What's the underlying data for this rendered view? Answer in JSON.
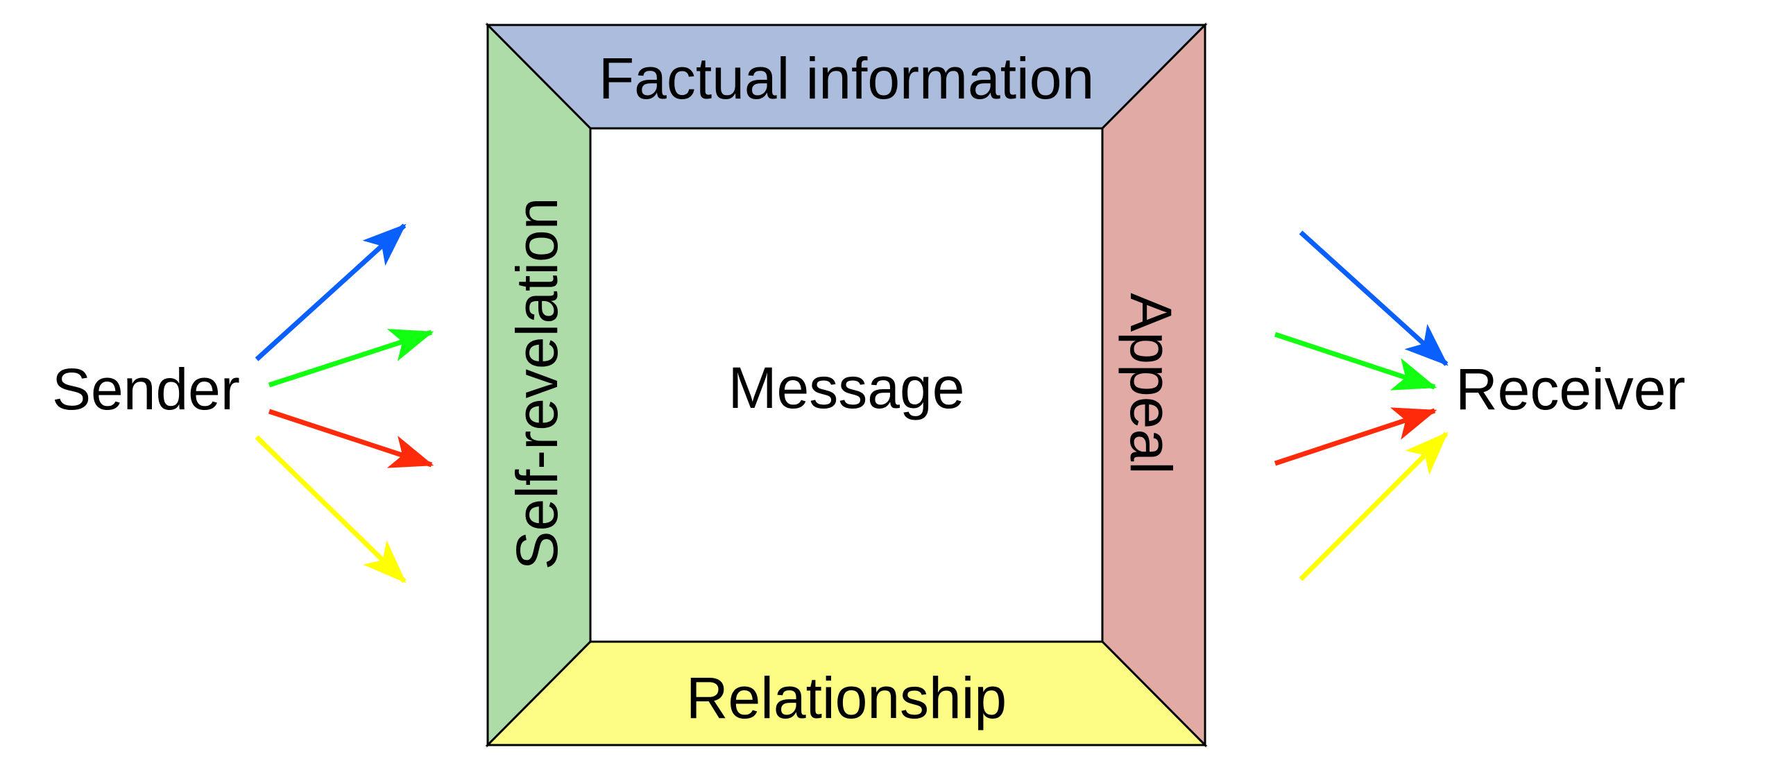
{
  "diagram": {
    "sender": "Sender",
    "receiver": "Receiver",
    "center": "Message",
    "sides": {
      "top": {
        "label": "Factual information",
        "color": "#abbcdd"
      },
      "left": {
        "label": "Self-revelation",
        "color": "#aedca8"
      },
      "right": {
        "label": "Appeal",
        "color": "#e2aaa4"
      },
      "bottom": {
        "label": "Relationship",
        "color": "#fdfd85"
      }
    },
    "arrow_colors": {
      "factual": "#0a5fff",
      "self_revelation": "#12ff12",
      "appeal": "#ff2a0a",
      "relationship": "#ffff00"
    }
  }
}
